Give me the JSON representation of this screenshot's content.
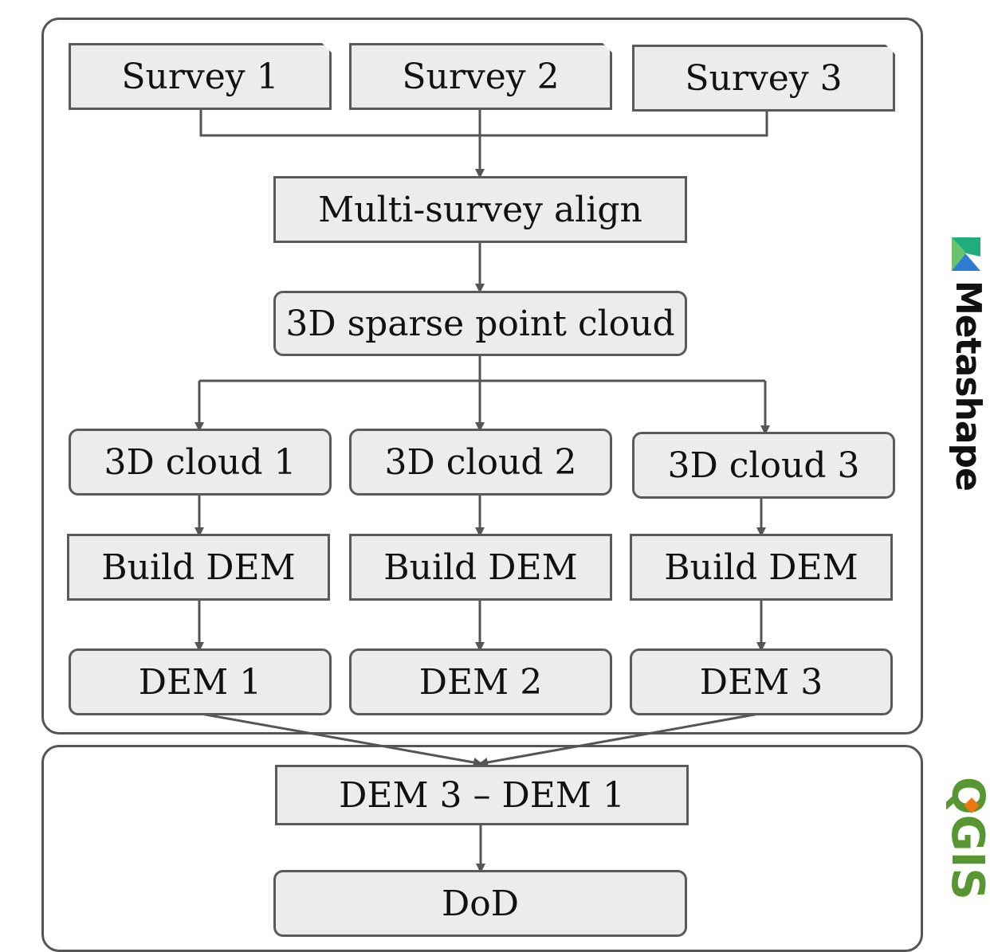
{
  "nodes": {
    "survey1": "Survey 1",
    "survey2": "Survey 2",
    "survey3": "Survey 3",
    "align": "Multi-survey align",
    "sparse": "3D sparse point cloud",
    "cloud1": "3D cloud 1",
    "cloud2": "3D cloud 2",
    "cloud3": "3D cloud 3",
    "build1": "Build DEM",
    "build2": "Build DEM",
    "build3": "Build DEM",
    "dem1": "DEM 1",
    "dem2": "DEM 2",
    "dem3": "DEM 3",
    "diff": "DEM 3 – DEM 1",
    "dod": "DoD"
  },
  "side_labels": {
    "metashape": "Metashape",
    "metashape_logo_icon": "metashape-logo",
    "qgis": "QGIS",
    "qgis_logo_colors": {
      "q": "#589632",
      "gis": "#589632",
      "accent": "#ee7913"
    }
  },
  "colors": {
    "node_fill": "#ececec",
    "node_border": "#5a5a5a",
    "edge": "#555555",
    "panel_border": "#555555"
  }
}
